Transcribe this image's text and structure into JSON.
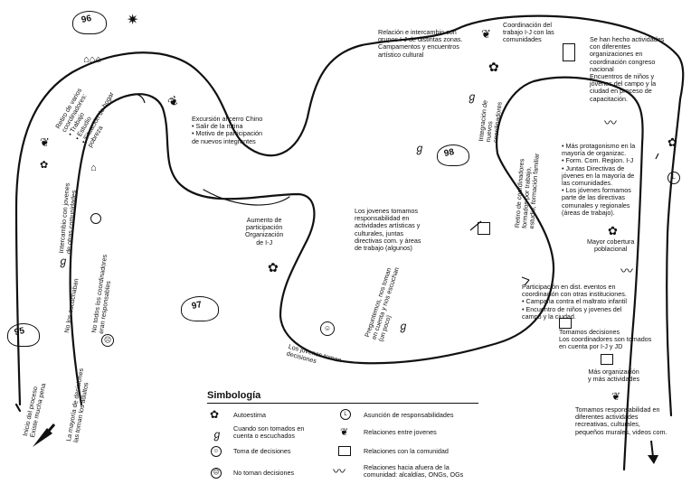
{
  "years": [
    "96",
    "98",
    "97",
    "95"
  ],
  "notes": {
    "n1": [
      "Relación e intercambio con",
      "grupos I-J de distintas zonas.",
      "Campamentos y encuentros",
      "artístico cultural"
    ],
    "n2": [
      "Coordinación del",
      "trabajo I-J con las",
      "comunidades"
    ],
    "n3": [
      "Se han hecho actividades",
      "con diferentes",
      "organizaciones en",
      "coordinación congreso",
      "nacional",
      "Encuentros de niños y",
      "jóvenes del campo y la",
      "ciudad en proceso de",
      "capacitación."
    ],
    "n4": [
      "Excursión al cerro Chino",
      "• Salir de la rutina",
      "• Motivo de participación",
      "  de nuevos integrantes"
    ],
    "n5": [
      "• Más protagonismo en la",
      "  mayoría de organizac.",
      "• Form. Com. Region. I-J",
      "• Juntas Directivas de",
      "  jóvenes en la mayoría de",
      "  las comunidades.",
      "• Los jóvenes formamos",
      "  parte de las directivas",
      "  comunales y regionales",
      "  (áreas de trabajo)."
    ],
    "n6": [
      "Aumento de",
      "participación",
      "Organización",
      "de I-J"
    ],
    "n7": [
      "Los jovenes tomamos",
      "responsabilidad en",
      "actividades artísticas y",
      "culturales, juntas",
      "directivas com. y áreas",
      "de trabajo (algunos)"
    ],
    "n8": [
      "Mayor cobertura",
      "poblacional"
    ],
    "n9": [
      "Participación en dist. eventos en",
      "coordinación con otras instituciones.",
      "• Campaña contra el maltrato infantil",
      "• Encuentro de niños y jovenes del",
      "  campo y la ciudad."
    ],
    "n10": [
      "Tomamos decisiones",
      "Los coordinadores son tomados",
      "en cuenta por I-J y JD"
    ],
    "n11": [
      "Más organización",
      "y más actividades"
    ],
    "n12": [
      "Tomamos responsabilidad en",
      "diferentes actividades",
      "recreativas, culturales,",
      "pequeños murales, videos com."
    ],
    "n13": [
      "Los jovenes toman",
      "decisiones"
    ],
    "r1": [
      "Inicio del proceso",
      "Existe mucha pena"
    ],
    "r2": [
      "La mayoría de decisiones",
      "las toman los adultos"
    ],
    "r3": [
      "No los escuchaban"
    ],
    "r4": [
      "No todos los coordinadores",
      "eran responsables"
    ],
    "r5": [
      "Intercambio con jovenes",
      "de otras comunidades"
    ],
    "r6": [
      "Retiro de varios",
      "coordinadores:",
      "• Trabajo",
      "• Estudio",
      "• Situación de hogar",
      "  pobreza"
    ],
    "r7": [
      "Integración de",
      "nuevos",
      "coordinadores"
    ],
    "r8": [
      "Retiro de coordinadores",
      "formados por trabajo,",
      "estudio, formación familiar"
    ],
    "r9": [
      "Preguntemos, nos toman",
      "en cuenta y nos escuchan",
      "(un poco)"
    ]
  },
  "legend": {
    "title": "Simbología",
    "items": [
      {
        "label": [
          "Autoestima"
        ],
        "icon": "flower-icon"
      },
      {
        "label": [
          "Asunción de responsabilidades"
        ],
        "icon": "clock-icon"
      },
      {
        "label": [
          "Cuando son tomados en",
          "cuenta o escuchados"
        ],
        "icon": "ear-icon"
      },
      {
        "label": [
          "Relaciones entre jovenes"
        ],
        "icon": "leaf-icon"
      },
      {
        "label": [
          "Toma de decisiones"
        ],
        "icon": "smiley-icon"
      },
      {
        "label": [
          "Relaciones  con la comunidad"
        ],
        "icon": "house-icon"
      },
      {
        "label": [
          "No toman decisiones"
        ],
        "icon": "sad-face-icon"
      },
      {
        "label": [
          "Relaciones hacia afuera de la",
          "comunidad: alcaldías, ONGs, OGs"
        ],
        "icon": "wave-icon"
      }
    ]
  }
}
